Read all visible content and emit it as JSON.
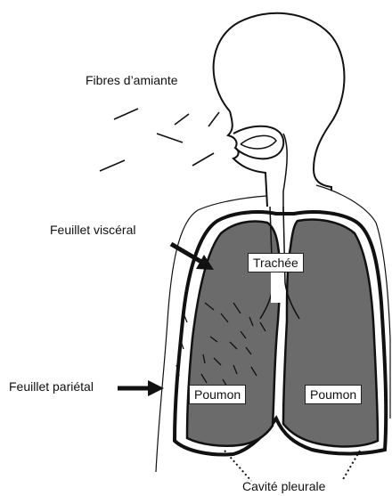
{
  "labels": {
    "fibres": "Fibres d’amiante",
    "feuillet_visceral": "Feuillet viscéral",
    "feuillet_parietal": "Feuillet pariétal",
    "cavite_pleurale": "Cavité pleurale",
    "trachee": "Trachée",
    "poumon_gauche": "Poumon",
    "poumon_droit": "Poumon"
  },
  "colors": {
    "lung_fill": "#6b6b6b",
    "outline": "#111111",
    "background": "#ffffff"
  }
}
